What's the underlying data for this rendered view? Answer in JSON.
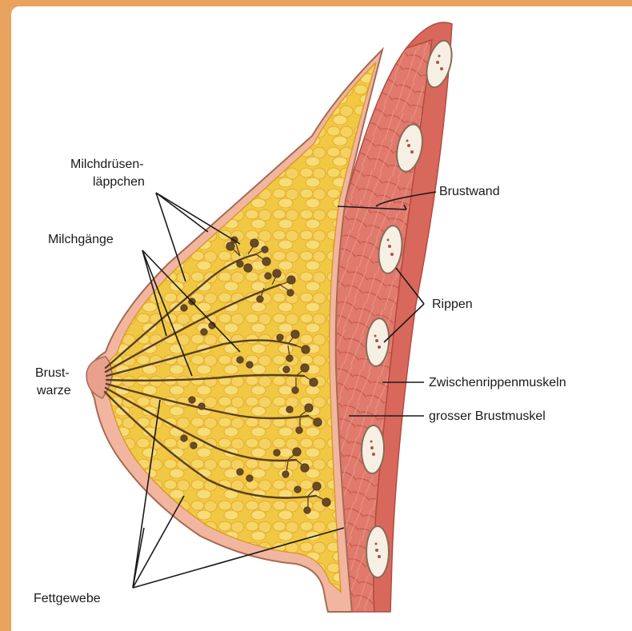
{
  "labels": {
    "milchdruesen_1": "Milchdrüsen-",
    "milchdruesen_2": "läppchen",
    "milchgaenge": "Milchgänge",
    "brustwarze_1": "Brust-",
    "brustwarze_2": "warze",
    "fettgewebe": "Fettgewebe",
    "brustwand": "Brustwand",
    "rippen": "Rippen",
    "zwischenrippenmuskeln": "Zwischenrippenmuskeln",
    "grosser_brustmuskel": "grosser Brustmuskel"
  },
  "colors": {
    "frame": "#e8a35f",
    "fat": "#f1c843",
    "fat_light": "#f7dc78",
    "skin": "#f2b6a0",
    "muscle": "#e07a6c",
    "muscle_dark": "#c4554b",
    "rib": "#f6efe4",
    "duct": "#5a4020",
    "line": "#1a1a1a"
  }
}
